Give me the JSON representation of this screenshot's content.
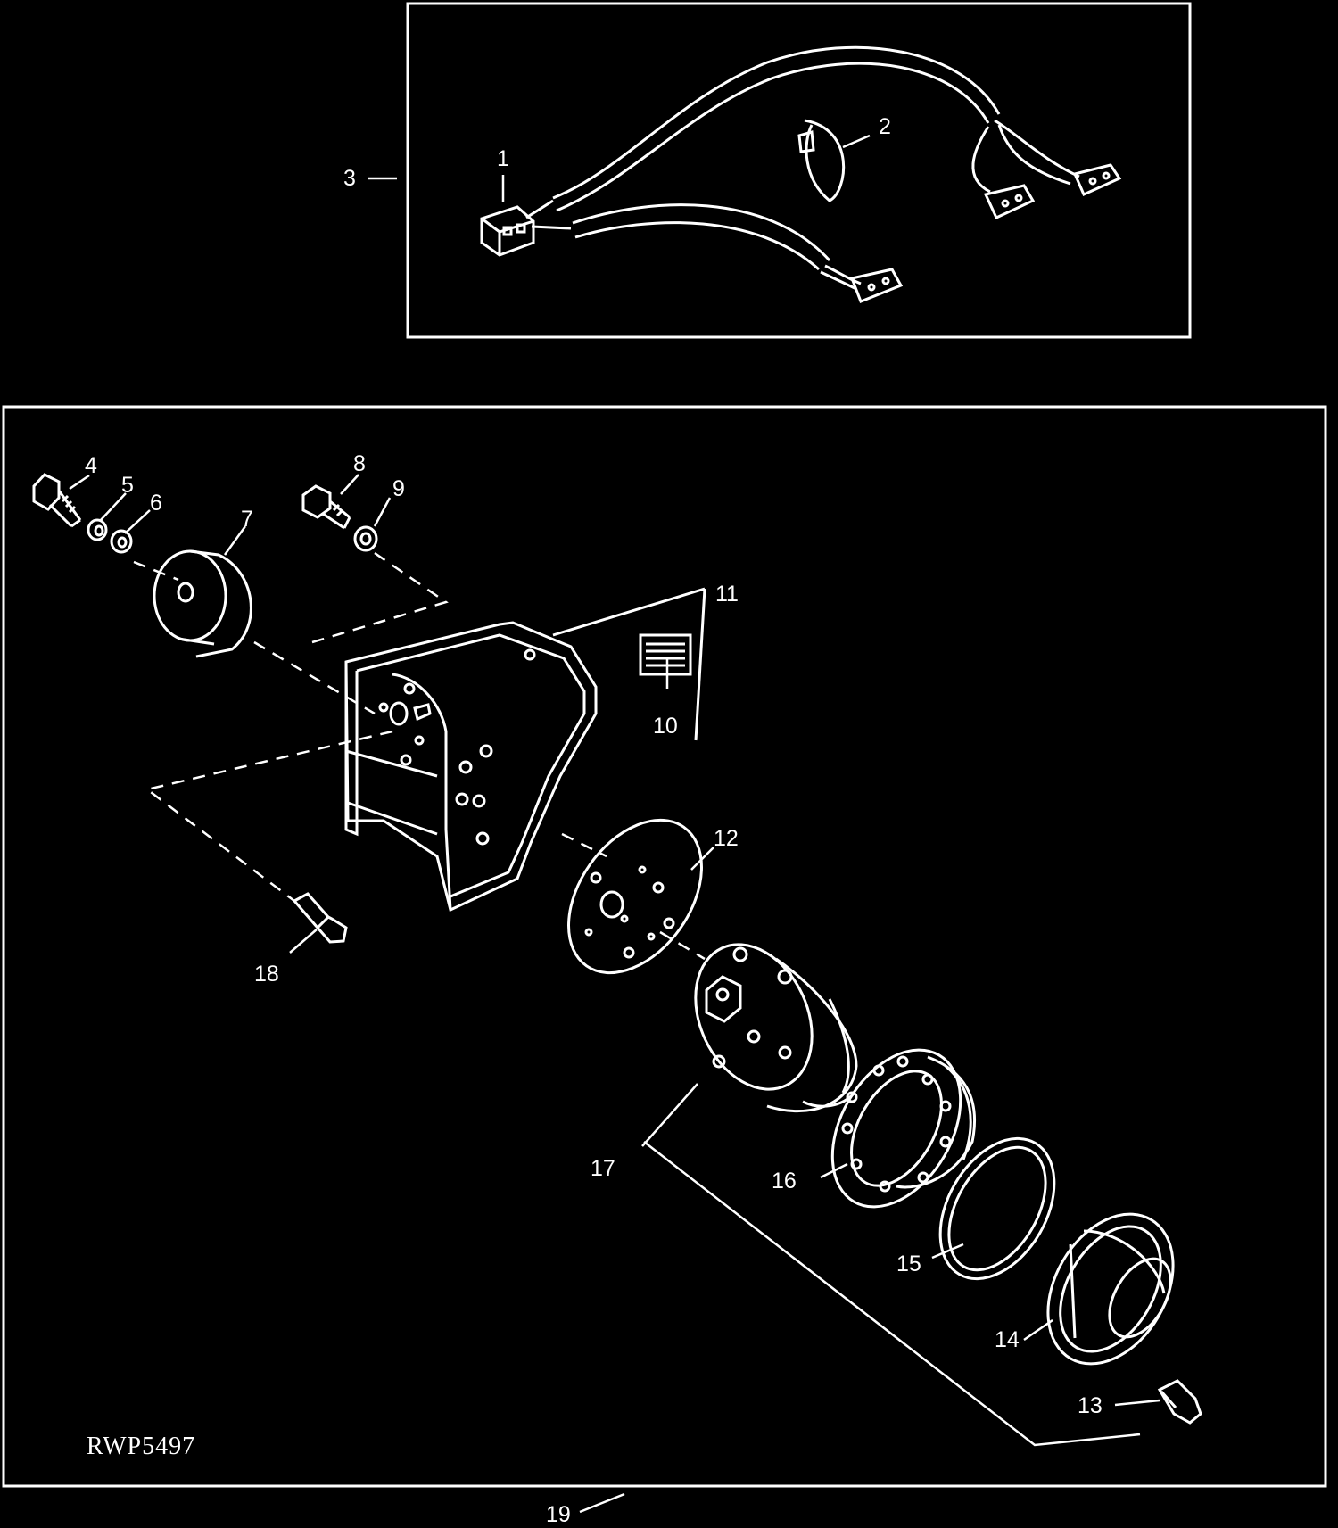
{
  "diagram": {
    "callouts": {
      "c1": "1",
      "c2": "2",
      "c3": "3",
      "c4": "4",
      "c5": "5",
      "c6": "6",
      "c7": "7",
      "c8": "8",
      "c9": "9",
      "c10": "10",
      "c11": "11",
      "c12": "12",
      "c13": "13",
      "c14": "14",
      "c15": "15",
      "c16": "16",
      "c17": "17",
      "c18": "18",
      "c19": "19"
    },
    "figure_code": "RWP5497"
  }
}
